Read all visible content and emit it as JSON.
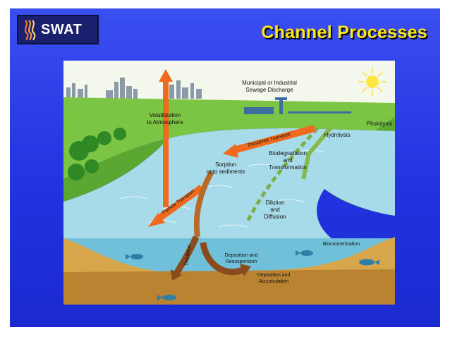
{
  "logo": {
    "text": "SWAT",
    "icon": "wave-lines-icon"
  },
  "title": "Channel Processes",
  "diagram": {
    "labels": {
      "discharge_line1": "Municipal or Industrial",
      "discharge_line2": "Sewage Discharge",
      "volatilization_line1": "Volatilization",
      "volatilization_line2": "to Atmosphere",
      "photolysis": "Photolysis",
      "hydrolysis": "Hydrolysis",
      "dissolved_transport": "Dissolved Transport",
      "biodeg_line1": "Biodegradation",
      "biodeg_line2": "and",
      "biodeg_line3": "Transformation",
      "sorption_line1": "Sorption",
      "sorption_line2": "onto sediments",
      "particle_transport": "Particle Transport",
      "dilution_line1": "Dilution",
      "dilution_line2": "and",
      "dilution_line3": "Diffusion",
      "bioconcentration": "Bioconcentration",
      "depletion": "Depletion",
      "dep_resus_line1": "Deposition and",
      "dep_resus_line2": "Resuspension",
      "dep_accum_line1": "Deposition and",
      "dep_accum_line2": "Accumulation"
    },
    "colors": {
      "sky": "#f4f8ec",
      "grass": "#6fbf3c",
      "water": "#9fd6e6",
      "sediment": "#d7a64a",
      "arrow_orange": "#f06a1e",
      "arrow_brown": "#8a4a1c"
    }
  }
}
